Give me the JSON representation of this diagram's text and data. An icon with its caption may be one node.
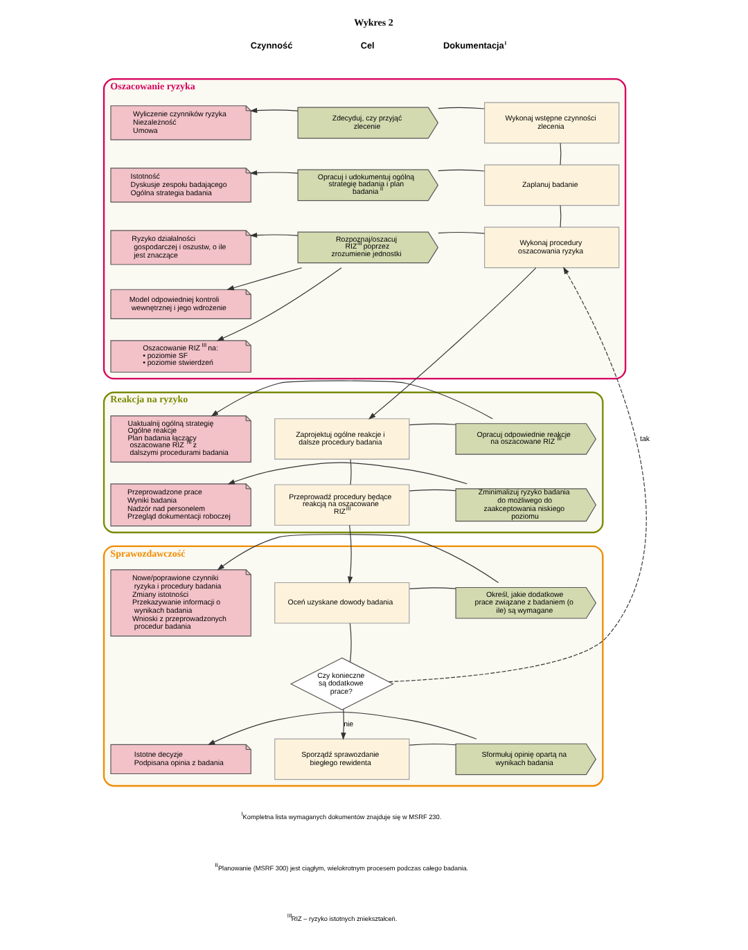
{
  "diagram": {
    "title": "Wykres 2",
    "nodes": [
      {
        "text": [
          "Oszacowanie ryzyka"
        ]
      },
      {
        "text": [
          "Wykonaj wstępne czynności zlecenia"
        ],
        "in": 0
      },
      {
        "text": [
          "Zdecyduj, czy przyjąć zlecenie"
        ],
        "in": 0
      },
      {
        "text": [
          "Wyliczenie czynników ryzyka",
          "Niezależność",
          "Umowa"
        ],
        "in": 0
      },
      {
        "text": [
          "Zaplanuj badanie"
        ],
        "in": 0
      },
      {
        "text": [
          "Opracuj i udokumentuj ogólną strategię badania i plan badania$^{II}$"
        ],
        "in": 0
      },
      {
        "text": [
          "Istotność",
          "Dyskusje zespołu badającego",
          "Ogólna strategia badania"
        ],
        "in": 0
      },
      {
        "text": [
          "Wykonaj procedury oszacowania ryzyka"
        ],
        "in": 0
      },
      {
        "text": [
          "Rozpoznaj/oszacuj RIZ$^{III}$ poprzez zrozumienie jednostki"
        ],
        "in": 0
      },
      {
        "text": [
          "Ryzyko działalności gospodarczej i oszustw, o ile jest znaczące"
        ],
        "in": 0
      },
      {
        "text": [
          "Model odpowiedniej kontroli wewnętrznej i jego wdrożenie"
        ],
        "in": 0
      },
      {
        "text": [
          "Oszacowanie RIZ$^{III}$ na:",
          "• poziomie SF",
          "• poziomie stwierdzeń"
        ],
        "in": 0
      },
      {
        "text": [
          "Reakcja na ryzyko"
        ]
      },
      {
        "text": [
          "Zaprojektuj ogólne reakcje i dalsze procedury badania"
        ],
        "in": 12
      },
      {
        "text": [
          "Opracuj odpowiednie reakcje na oszacowane RIZ$^{III}$"
        ],
        "in": 12
      },
      {
        "text": [
          "Uaktualnij ogólną strategię",
          "Ogólne reakcje",
          "Plan badania łączący oszacowane RIZ$^{III}$ z dalszymi procedurami badania"
        ],
        "in": 12
      },
      {
        "text": [
          "Przeprowadź procedury będące reakcją na oszacowane RIZ$^{III}$"
        ],
        "in": 12
      },
      {
        "text": [
          "Zminimalizuj ryzyko badania do możliwego do zaakceptowania niskiego poziomu"
        ],
        "in": 12
      },
      {
        "text": [
          "Przeprowadzone prace",
          "Wyniki badania",
          "Nadzór nad personelem",
          "Przegląd dokumentacji roboczej"
        ],
        "in": 12
      },
      {
        "text": [
          "Sprawozdawczość"
        ]
      },
      {
        "text": [
          "Oceń uzyskane dowody badania"
        ],
        "in": 19
      },
      {
        "text": [
          "Określ, jakie dodatkowe prace związane z badaniem (o ile) są wymagane"
        ],
        "in": 19
      },
      {
        "text": [
          "Nowe/poprawione czynniki ryzyka i procedury badania",
          "Zmiany istotności",
          "Przekazywanie informacji o wynikach badania",
          "Wnioski z przeprowadzonych procedur badania"
        ],
        "in": 19
      },
      {
        "text": [
          "Czy konieczne są dodatkowe prace?"
        ],
        "in": 19
      },
      {
        "text": [
          "Sporządź sprawozdanie biegłego rewidenta"
        ],
        "in": 19
      },
      {
        "text": [
          "Sformułuj opinię opartą na wynikach badania"
        ],
        "in": 19
      },
      {
        "text": [
          "Istotne decyzje",
          "Podpisana opinia z badania"
        ],
        "in": 19
      }
    ],
    "edges": [
      {
        "from": 1,
        "to": 2,
        "arrow": "none"
      },
      {
        "from": 2,
        "to": 3,
        "arrow": "to"
      },
      {
        "from": 1,
        "to": 4,
        "arrow": "none"
      },
      {
        "from": 4,
        "to": 5,
        "arrow": "none"
      },
      {
        "from": 5,
        "to": 6,
        "arrow": "to"
      },
      {
        "from": 4,
        "to": 7,
        "arrow": "none"
      },
      {
        "from": 7,
        "to": 8,
        "arrow": "none"
      },
      {
        "from": 8,
        "to": 9,
        "arrow": "to"
      },
      {
        "from": 8,
        "to": 10,
        "arrow": "to"
      },
      {
        "from": 8,
        "to": 11,
        "arrow": "to"
      },
      {
        "from": 7,
        "to": 13,
        "arrow": "to"
      },
      {
        "from": 13,
        "to": 14,
        "arrow": "none"
      },
      {
        "from": 14,
        "to": 15,
        "arrow": "to"
      },
      {
        "from": 13,
        "to": 16,
        "arrow": "none"
      },
      {
        "from": 16,
        "to": 17,
        "arrow": "none"
      },
      {
        "from": 17,
        "to": 18,
        "arrow": "to"
      },
      {
        "from": 16,
        "to": 20,
        "arrow": "to"
      },
      {
        "from": 20,
        "to": 21,
        "arrow": "none"
      },
      {
        "from": 21,
        "to": 22,
        "arrow": "to"
      },
      {
        "from": 20,
        "to": 23,
        "arrow": "none"
      },
      {
        "from": 23,
        "to": 24,
        "label": "nie",
        "arrow": "to"
      },
      {
        "from": 23,
        "to": 7,
        "label": "tak",
        "arrow": "to",
        "style": "dashed"
      },
      {
        "from": 24,
        "to": 25,
        "arrow": "none"
      },
      {
        "from": 25,
        "to": 26,
        "arrow": "to"
      }
    ],
    "labels": [
      "Czynność",
      "Cel",
      "Dokumentacja$^{I}$",
      "$^{I}$Kompletna lista wymaganych dokumentów znajduje się w MSRF 230.",
      "$^{II}$Planowanie (MSRF 300) jest ciągłym, wielokrotnym procesem podczas całego badania.",
      "$^{III}$RIZ – ryzyko istotnych zniekształceń."
    ]
  }
}
